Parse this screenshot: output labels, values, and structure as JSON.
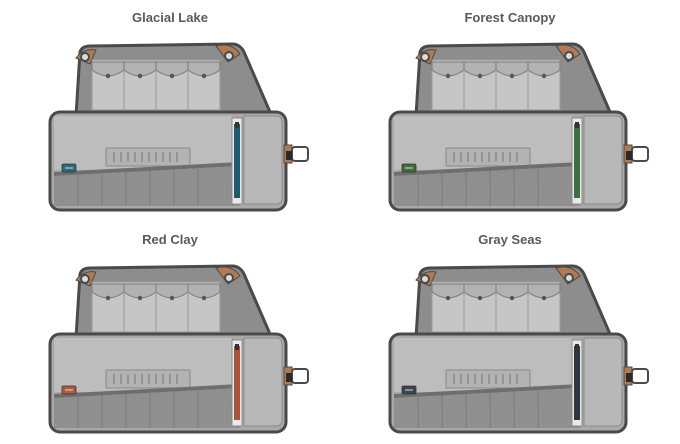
{
  "variants": [
    {
      "name": "Glacial Lake",
      "accent": "#1f5a6e",
      "badge": "#2d6a7a"
    },
    {
      "name": "Forest Canopy",
      "accent": "#3f6e3f",
      "badge": "#3f6e3f"
    },
    {
      "name": "Red Clay",
      "accent": "#a8553a",
      "badge": "#b05a3c"
    },
    {
      "name": "Gray Seas",
      "accent": "#2e3640",
      "badge": "#3a4450"
    }
  ],
  "colors": {
    "outline": "#4a4a4a",
    "body": "#a9a9a9",
    "panel": "#bdbdbd",
    "pocket": "#c6c6c6",
    "bottom": "#8f8f8f",
    "tab": "#b07b52",
    "flap": "#b8b8b8"
  }
}
